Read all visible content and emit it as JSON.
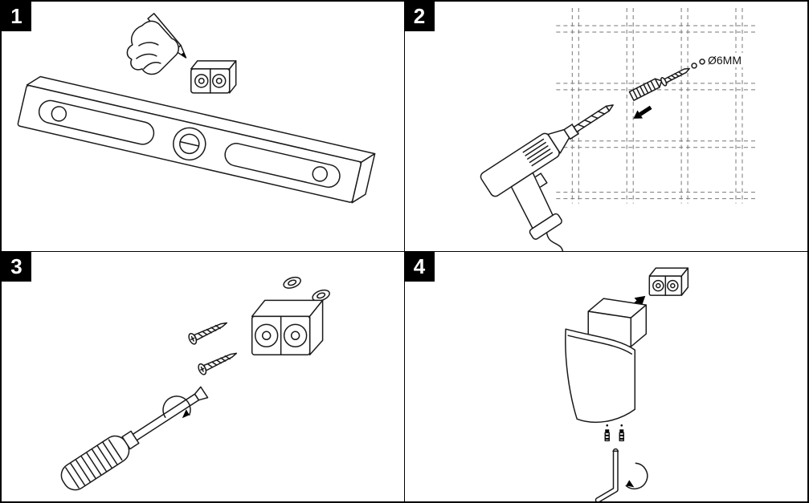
{
  "colors": {
    "line": "#1a1a1a",
    "badge_bg": "#000000",
    "badge_fg": "#ffffff",
    "grid": "#777777",
    "background": "#ffffff"
  },
  "panels": [
    {
      "number": "1"
    },
    {
      "number": "2",
      "annotation": "Ø6MM"
    },
    {
      "number": "3"
    },
    {
      "number": "4"
    }
  ]
}
